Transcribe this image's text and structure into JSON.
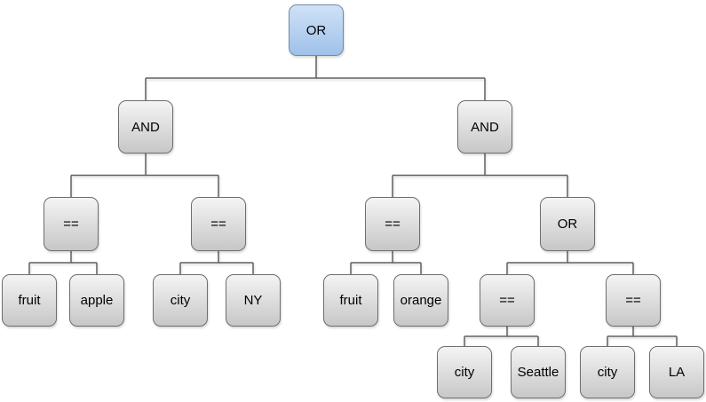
{
  "diagram": {
    "nodes": [
      {
        "id": "or-root",
        "label": "OR",
        "variant": "highlight"
      },
      {
        "id": "and-left",
        "label": "AND",
        "variant": "default"
      },
      {
        "id": "and-right",
        "label": "AND",
        "variant": "default"
      },
      {
        "id": "eq-fruit-apple",
        "label": "==",
        "variant": "default"
      },
      {
        "id": "eq-city-ny",
        "label": "==",
        "variant": "default"
      },
      {
        "id": "eq-fruit-orange",
        "label": "==",
        "variant": "default"
      },
      {
        "id": "or-city",
        "label": "OR",
        "variant": "default"
      },
      {
        "id": "fruit-1",
        "label": "fruit",
        "variant": "default"
      },
      {
        "id": "apple",
        "label": "apple",
        "variant": "default"
      },
      {
        "id": "city-1",
        "label": "city",
        "variant": "default"
      },
      {
        "id": "ny",
        "label": "NY",
        "variant": "default"
      },
      {
        "id": "fruit-2",
        "label": "fruit",
        "variant": "default"
      },
      {
        "id": "orange",
        "label": "orange",
        "variant": "default"
      },
      {
        "id": "eq-city-seattle",
        "label": "==",
        "variant": "default"
      },
      {
        "id": "eq-city-la",
        "label": "==",
        "variant": "default"
      },
      {
        "id": "city-2",
        "label": "city",
        "variant": "default"
      },
      {
        "id": "seattle",
        "label": "Seattle",
        "variant": "default"
      },
      {
        "id": "city-3",
        "label": "city",
        "variant": "default"
      },
      {
        "id": "la",
        "label": "LA",
        "variant": "default"
      }
    ],
    "edges": [
      [
        "or-root",
        "and-left"
      ],
      [
        "or-root",
        "and-right"
      ],
      [
        "and-left",
        "eq-fruit-apple"
      ],
      [
        "and-left",
        "eq-city-ny"
      ],
      [
        "and-right",
        "eq-fruit-orange"
      ],
      [
        "and-right",
        "or-city"
      ],
      [
        "eq-fruit-apple",
        "fruit-1"
      ],
      [
        "eq-fruit-apple",
        "apple"
      ],
      [
        "eq-city-ny",
        "city-1"
      ],
      [
        "eq-city-ny",
        "ny"
      ],
      [
        "eq-fruit-orange",
        "fruit-2"
      ],
      [
        "eq-fruit-orange",
        "orange"
      ],
      [
        "or-city",
        "eq-city-seattle"
      ],
      [
        "or-city",
        "eq-city-la"
      ],
      [
        "eq-city-seattle",
        "city-2"
      ],
      [
        "eq-city-seattle",
        "seattle"
      ],
      [
        "eq-city-la",
        "city-3"
      ],
      [
        "eq-city-la",
        "la"
      ]
    ],
    "colors": {
      "background": "#ffffff",
      "edge": "#616161",
      "text": "#000000",
      "node_fill_top": "#f4f4f4",
      "node_fill_bottom": "#c7c7c7",
      "node_border": "#6e6e6e",
      "highlight_fill_top": "#cfe2f7",
      "highlight_fill_bottom": "#9fc1e9",
      "highlight_border": "#7088a8"
    }
  }
}
